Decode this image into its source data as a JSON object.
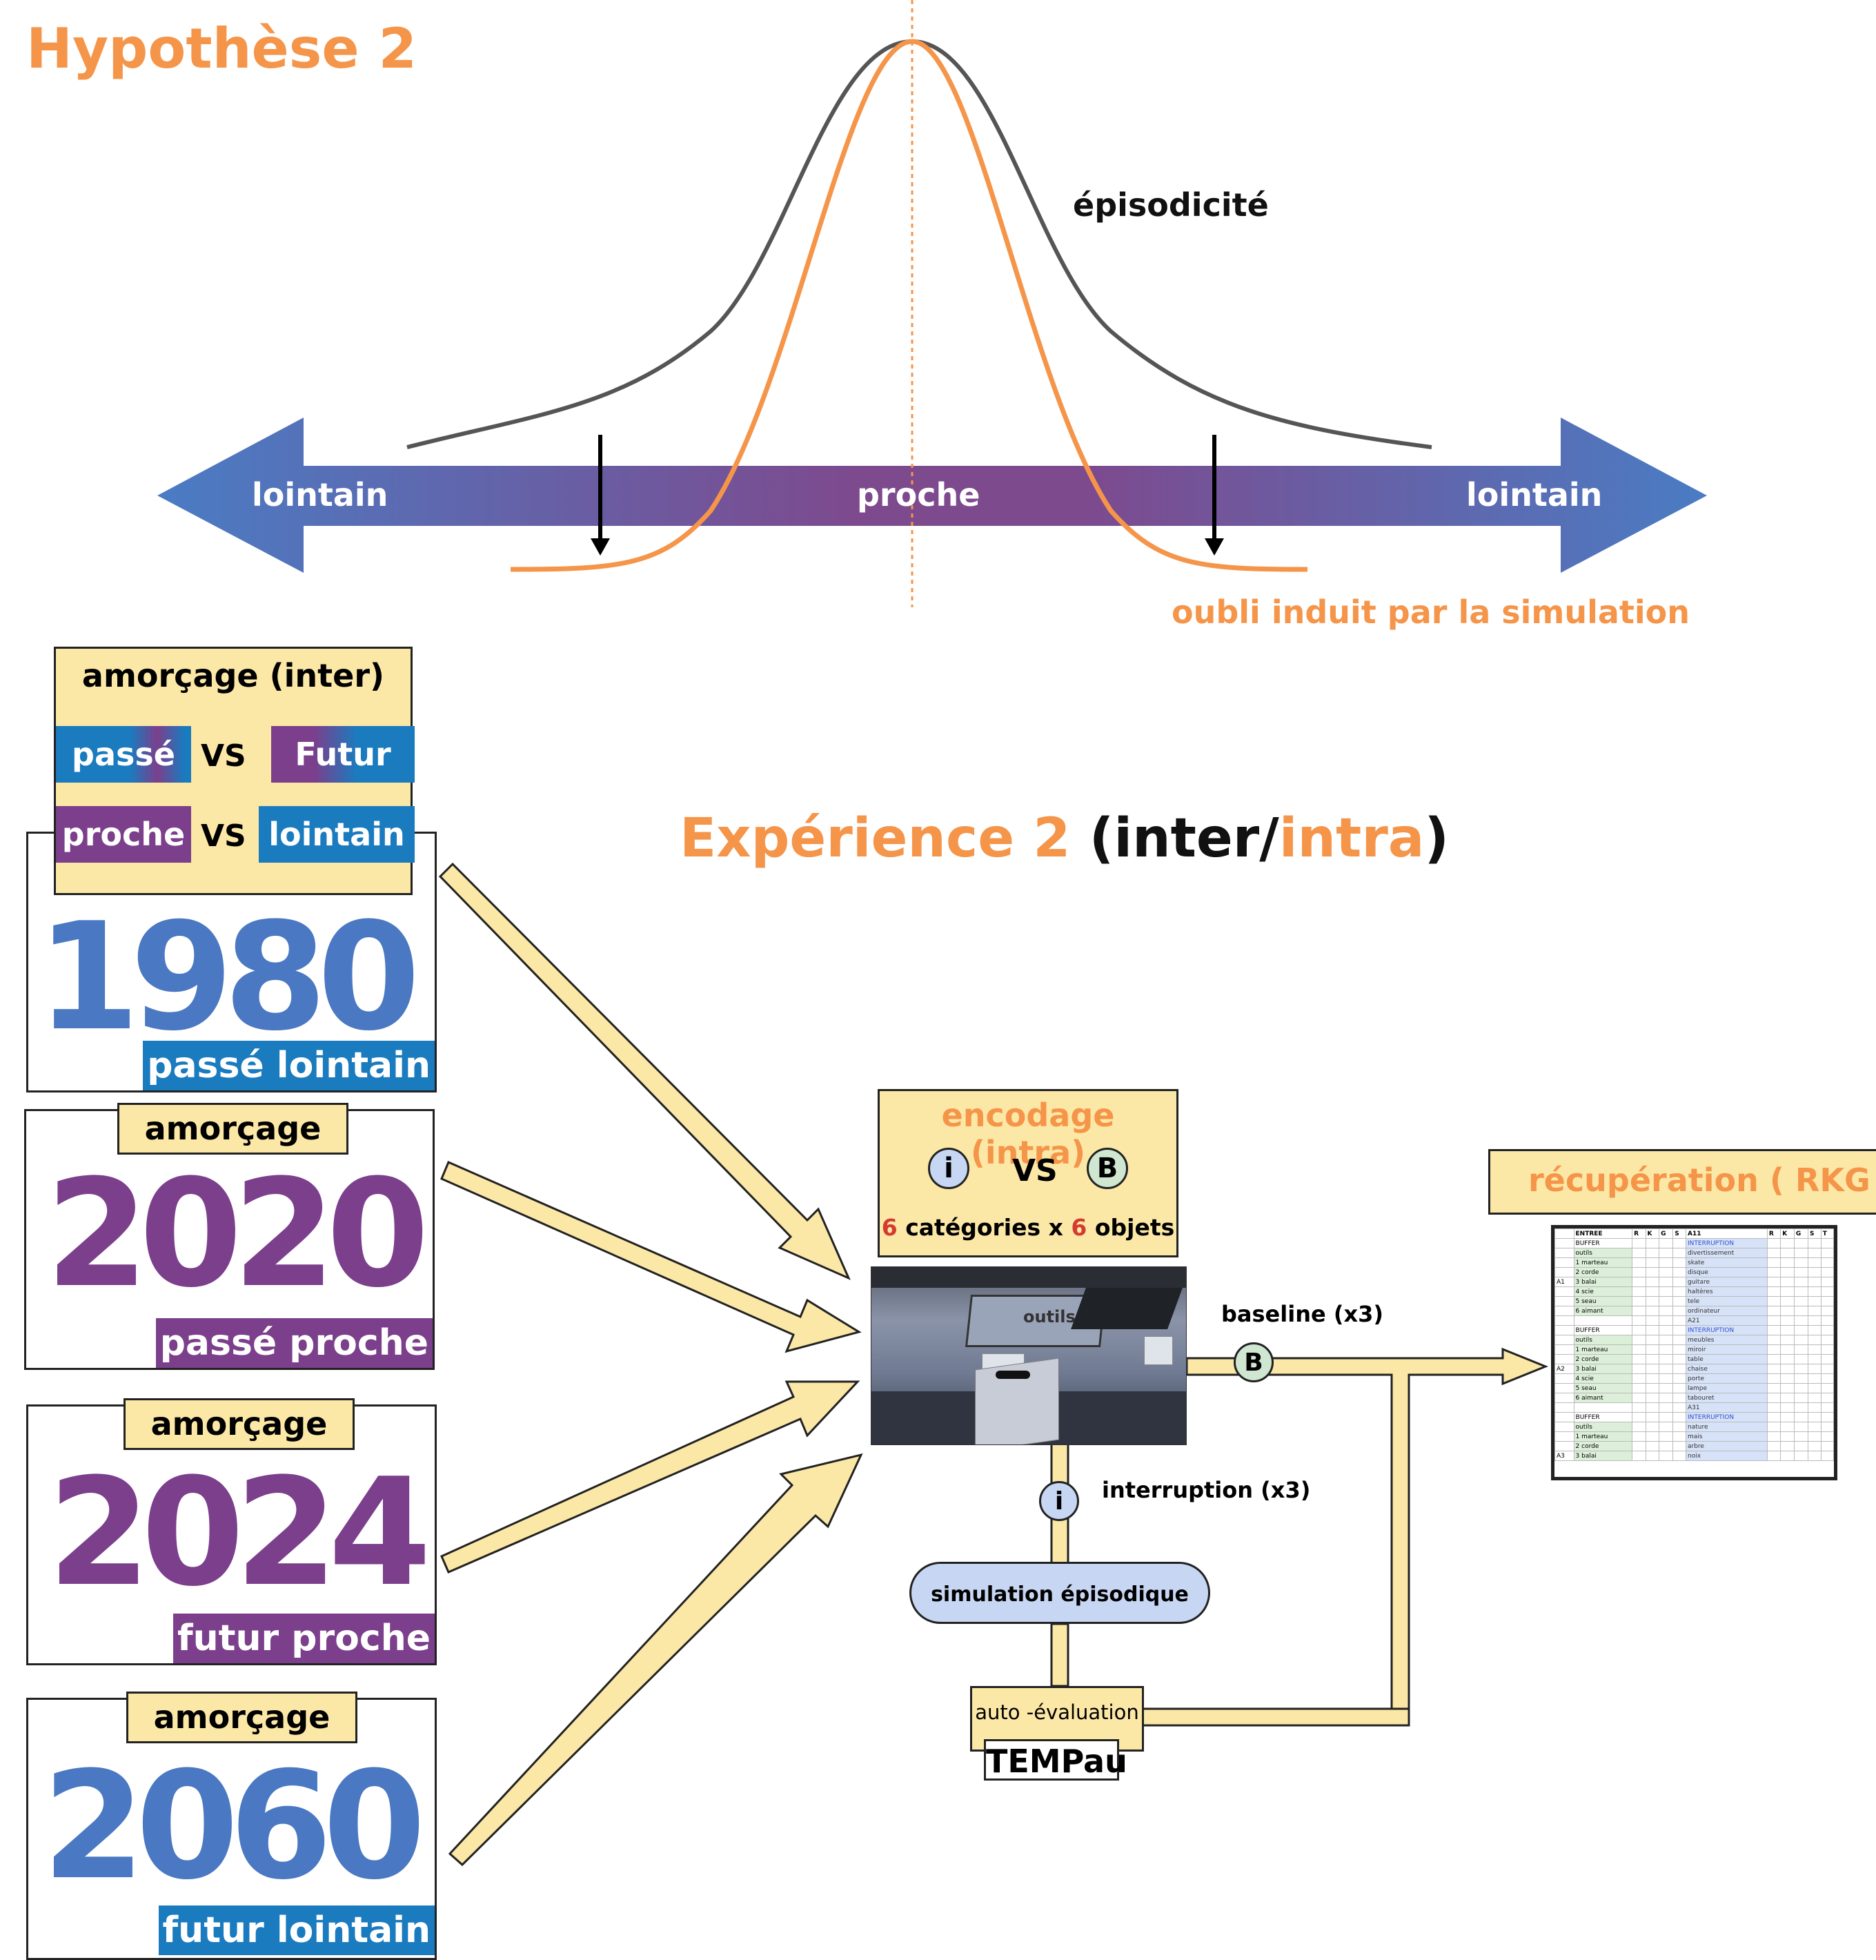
{
  "hypothesis": {
    "title": "Hypothèse 2",
    "curve_label": "épisodicité",
    "axis": {
      "left": "lointain",
      "center": "proche",
      "right": "lointain"
    },
    "forgetting_label": "oubli induit par la simulation"
  },
  "experiment": {
    "title_main": "Expérience 2",
    "title_open": "(",
    "title_inter": "inter/",
    "title_intra": "intra",
    "title_close": ")"
  },
  "priming_inter": {
    "title": "amorçage (inter)",
    "row1": {
      "left": "passé",
      "vs": "VS",
      "right": "Futur"
    },
    "row2": {
      "left": "proche",
      "vs": "VS",
      "right": "lointain"
    }
  },
  "years": [
    {
      "year": "1980",
      "label": "passé lointain",
      "priming": ""
    },
    {
      "year": "2020",
      "label": "passé proche",
      "priming": "amorçage"
    },
    {
      "year": "2024",
      "label": "futur proche",
      "priming": "amorçage"
    },
    {
      "year": "2060",
      "label": "futur lointain",
      "priming": "amorçage"
    }
  ],
  "encoding": {
    "title": "encodage (intra)",
    "left_symbol": "i",
    "vs": "VS",
    "right_symbol": "B",
    "detail_n1": "6",
    "detail_t1": " catégories x ",
    "detail_n2": "6",
    "detail_t2": " objets",
    "scene_label": "outils"
  },
  "flow": {
    "baseline": "baseline (x3)",
    "baseline_symbol": "B",
    "interruption": "interruption (x3)",
    "interruption_symbol": "i",
    "simulation": "simulation épisodique",
    "self_eval": "auto -évaluation",
    "tempau": "TEMPau"
  },
  "retrieval": {
    "title": "récupération ( RKG + ",
    "sheet_header": [
      "ENTREE",
      "R",
      "K",
      "G",
      "S",
      "A11",
      "R",
      "K",
      "G",
      "S",
      "T"
    ],
    "sheet_left": [
      "BUFFER",
      "outils",
      "1 marteau",
      "2 corde",
      "3 balai",
      "4 scie",
      "5 seau",
      "6 aimant",
      "",
      "BUFFER",
      "outils",
      "1 marteau",
      "2 corde",
      "3 balai",
      "4 scie",
      "5 seau",
      "6 aimant",
      "",
      "BUFFER",
      "outils",
      "1 marteau",
      "2 corde",
      "3 balai"
    ],
    "sheet_right": [
      "INTERRUPTION",
      "divertissement",
      "skate",
      "disque",
      "guitare",
      "haltères",
      "tele",
      "ordinateur",
      "A21",
      "INTERRUPTION",
      "meubles",
      "miroir",
      "table",
      "chaise",
      "porte",
      "lampe",
      "tabouret",
      "A31",
      "INTERRUPTION",
      "nature",
      "mais",
      "arbre",
      "noix"
    ],
    "sheet_rowlabels": [
      "A1",
      "A2",
      "A3"
    ]
  },
  "colors": {
    "orange": "#f5954a",
    "purple": "#7b3f8c",
    "blue": "#1a7bbf",
    "year_blue": "#4a78c2",
    "beige": "#fce8a6",
    "circle_i": "#c7d6f2",
    "circle_b": "#cfe6d0"
  }
}
